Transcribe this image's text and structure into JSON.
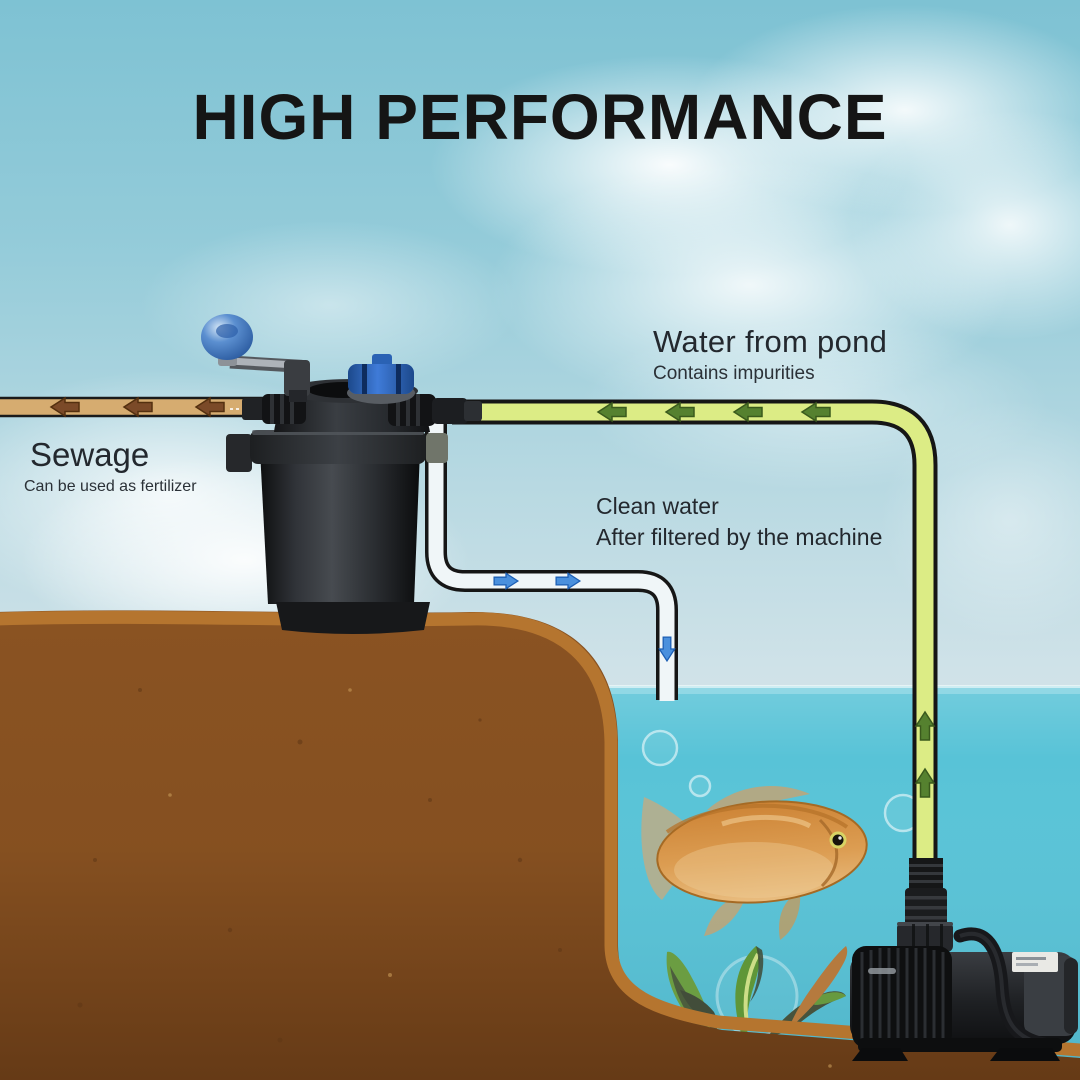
{
  "title": "HIGH PERFORMANCE",
  "callouts": {
    "pond_water": {
      "heading": "Water from pond",
      "sub": "Contains impurities"
    },
    "sewage": {
      "heading": "Sewage",
      "sub": "Can be used as fertilizer"
    },
    "clean_water": {
      "heading": "Clean water",
      "sub": "After filtered by the machine"
    }
  },
  "flows": [
    {
      "id": "pond-water-intake",
      "label": "Water from pond",
      "arrow_count": 6
    },
    {
      "id": "sewage-discharge",
      "label": "Sewage",
      "arrow_count": 3
    },
    {
      "id": "clean-water-return",
      "label": "Clean water",
      "arrow_count": 3
    }
  ],
  "colors": {
    "sky_top": "#7ec2d3",
    "sky_horizon": "#dde9ec",
    "water": "#58c3d7",
    "earth": "#8a5322",
    "earth_rim": "#b5752f",
    "pond_pipe": "#dcec85",
    "sewage_pipe": "#d6ac70",
    "clean_pipe": "#f0f6f8",
    "arrow_green": "#55812f",
    "arrow_brown": "#7b4a28",
    "arrow_blue": "#4a90dd",
    "equipment_black": "#1b1c1e",
    "valve_blue": "#3f7bd8",
    "crank_blue": "#5b8fd0",
    "fish_orange": "#d9964b",
    "plant_green": "#5f9638"
  }
}
